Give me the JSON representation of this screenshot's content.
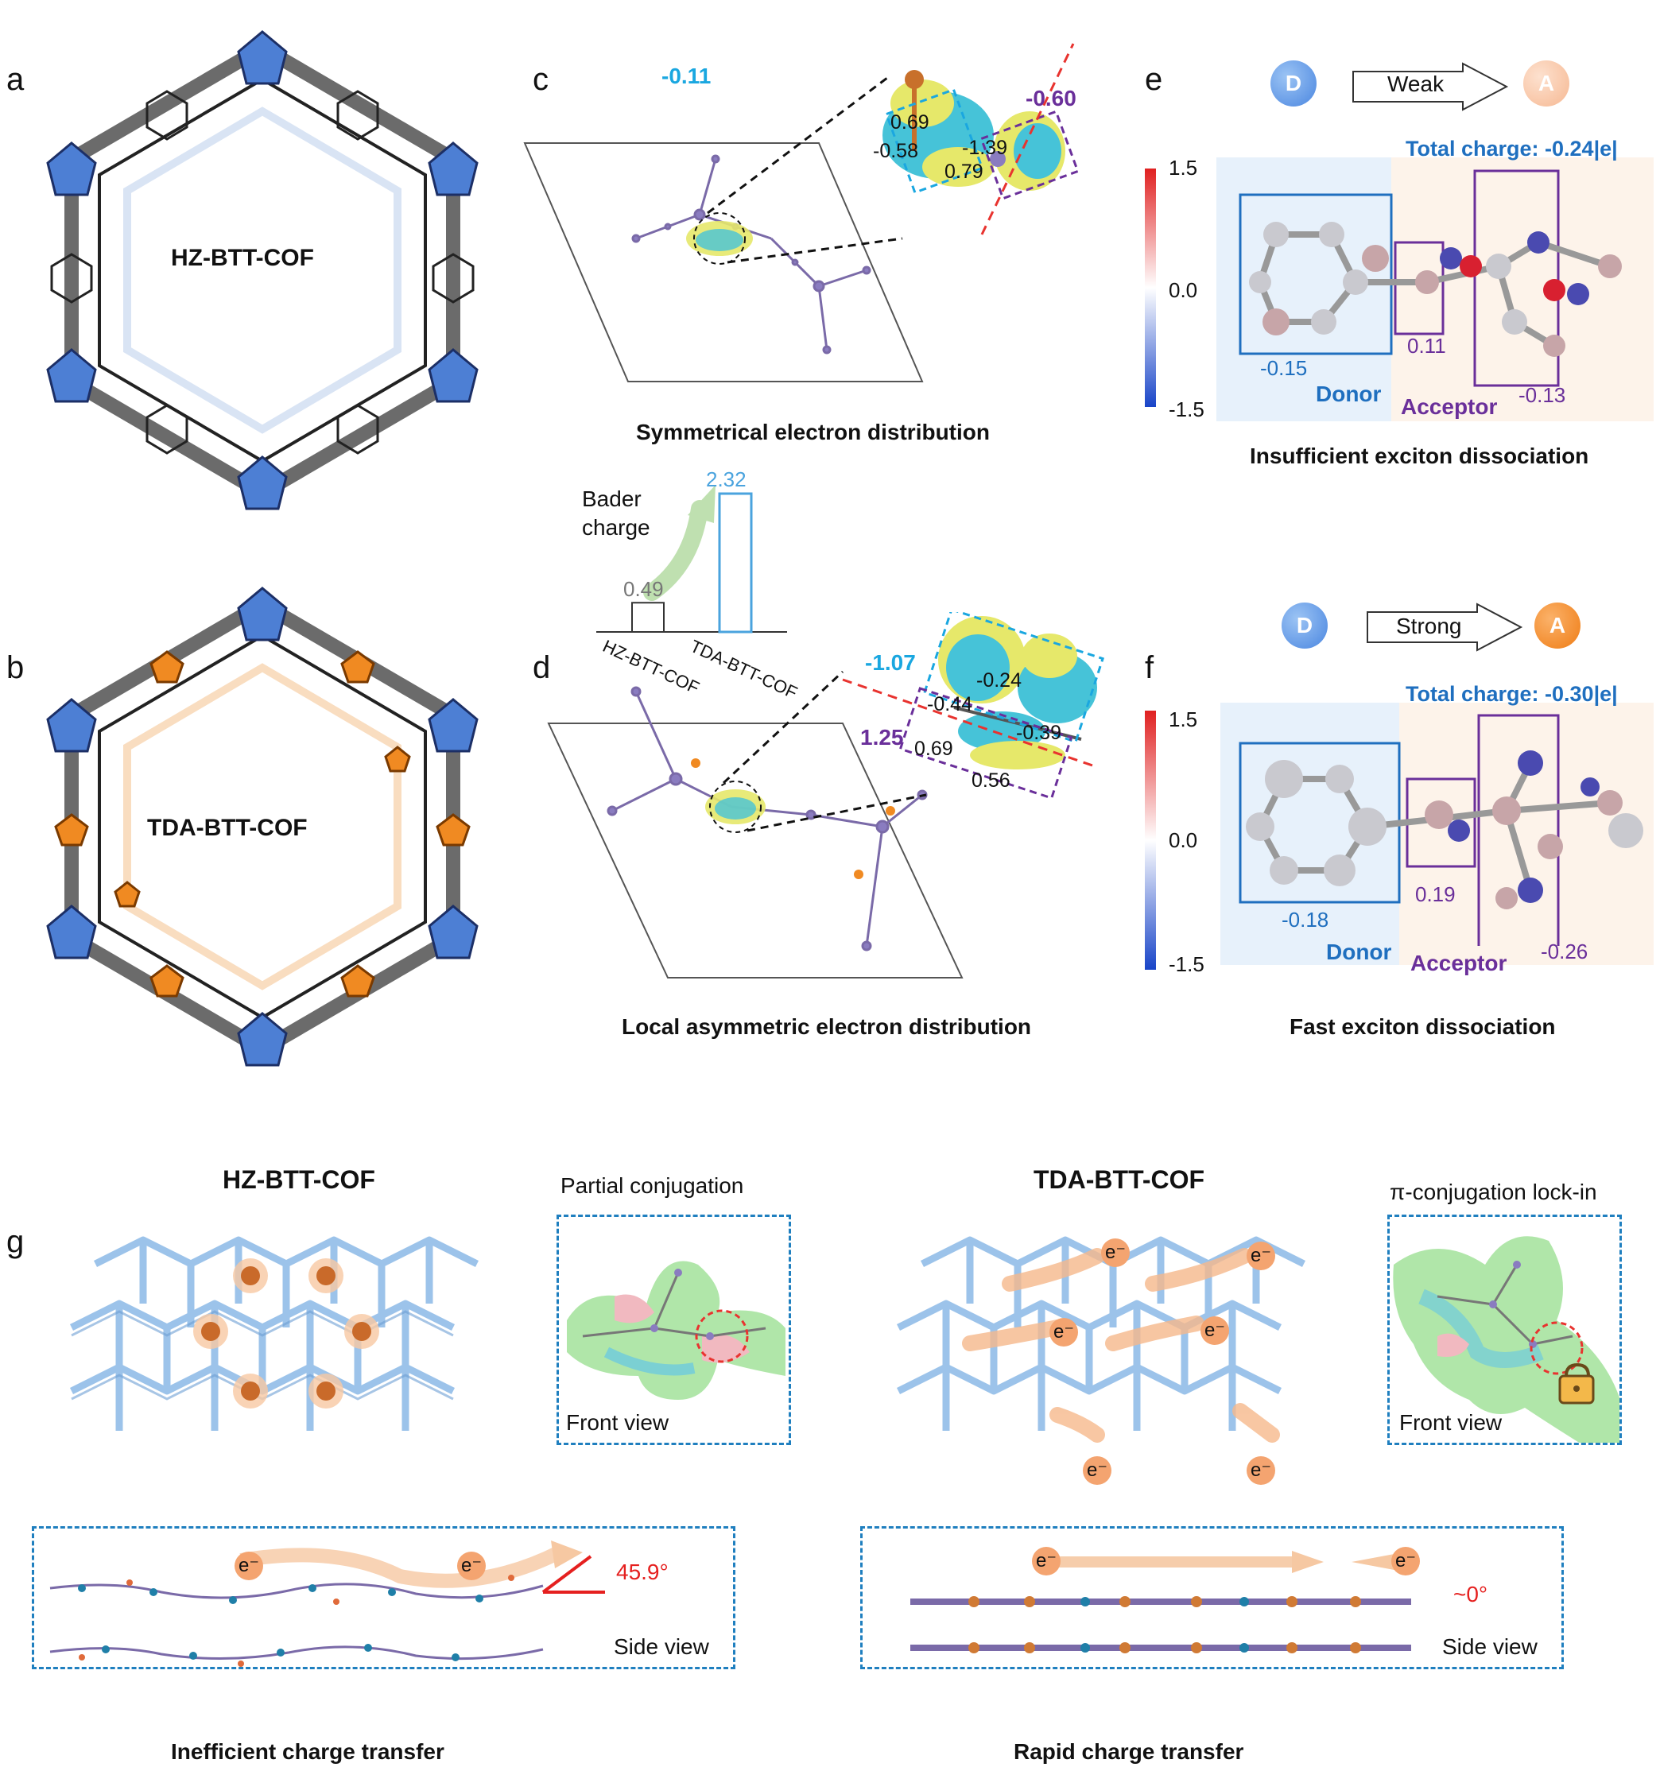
{
  "panel_letters": {
    "a": "a",
    "b": "b",
    "c": "c",
    "d": "d",
    "e": "e",
    "f": "f",
    "g": "g"
  },
  "colors": {
    "blue": "#5b86d6",
    "orange": "#f08a22",
    "cyan": "#1aa7e0",
    "purple": "#6a2f9a",
    "dashed_red": "#e8332f",
    "arrow_red": "#e5201f",
    "light_blue_bg": "#e7f1fb",
    "light_peach_bg": "#fdf3ea"
  },
  "panel_a": {
    "label": "HZ-BTT-COF"
  },
  "panel_b": {
    "label": "TDA-BTT-COF"
  },
  "panel_c": {
    "caption": "Symmetrical electron distribution",
    "inset_values": [
      "-0.11",
      "-0.60",
      "0.69",
      "-0.58",
      "-1.39",
      "0.79"
    ]
  },
  "bader": {
    "title_line1": "Bader",
    "title_line2": "charge",
    "bars": [
      {
        "name": "HZ-BTT-COF",
        "value": "0.49"
      },
      {
        "name": "TDA-BTT-COF",
        "value": "2.32"
      }
    ]
  },
  "panel_d": {
    "caption": "Local asymmetric electron distribution",
    "inset_values": [
      "-1.07",
      "1.25",
      "-0.24",
      "-0.44",
      "-0.39",
      "0.69",
      "0.56"
    ]
  },
  "panel_e": {
    "donor_symbol": "D",
    "acceptor_symbol": "A",
    "strength": "Weak",
    "total_charge": "Total charge: -0.24|e|",
    "scale": [
      "1.5",
      "0.0",
      "-1.5"
    ],
    "donor_value": "-0.15",
    "link_value": "0.11",
    "acceptor_value": "-0.13",
    "donor_label": "Donor",
    "acceptor_label": "Acceptor",
    "caption": "Insufficient exciton dissociation"
  },
  "panel_f": {
    "donor_symbol": "D",
    "acceptor_symbol": "A",
    "strength": "Strong",
    "total_charge": "Total charge: -0.30|e|",
    "scale": [
      "1.5",
      "0.0",
      "-1.5"
    ],
    "donor_value": "-0.18",
    "link_value": "0.19",
    "acceptor_value": "-0.26",
    "donor_label": "Donor",
    "acceptor_label": "Acceptor",
    "caption": "Fast exciton dissociation"
  },
  "panel_g_left": {
    "title": "HZ-BTT-COF",
    "inset_title": "Partial conjugation",
    "front_view": "Front view",
    "side_view": "Side view",
    "angle": "45.9°",
    "caption": "Inefficient charge transfer",
    "electron": "e⁻"
  },
  "panel_g_right": {
    "title": "TDA-BTT-COF",
    "inset_title": "π-conjugation lock-in",
    "front_view": "Front view",
    "side_view": "Side view",
    "angle": "~0°",
    "caption": "Rapid charge transfer",
    "electron": "e⁻"
  }
}
